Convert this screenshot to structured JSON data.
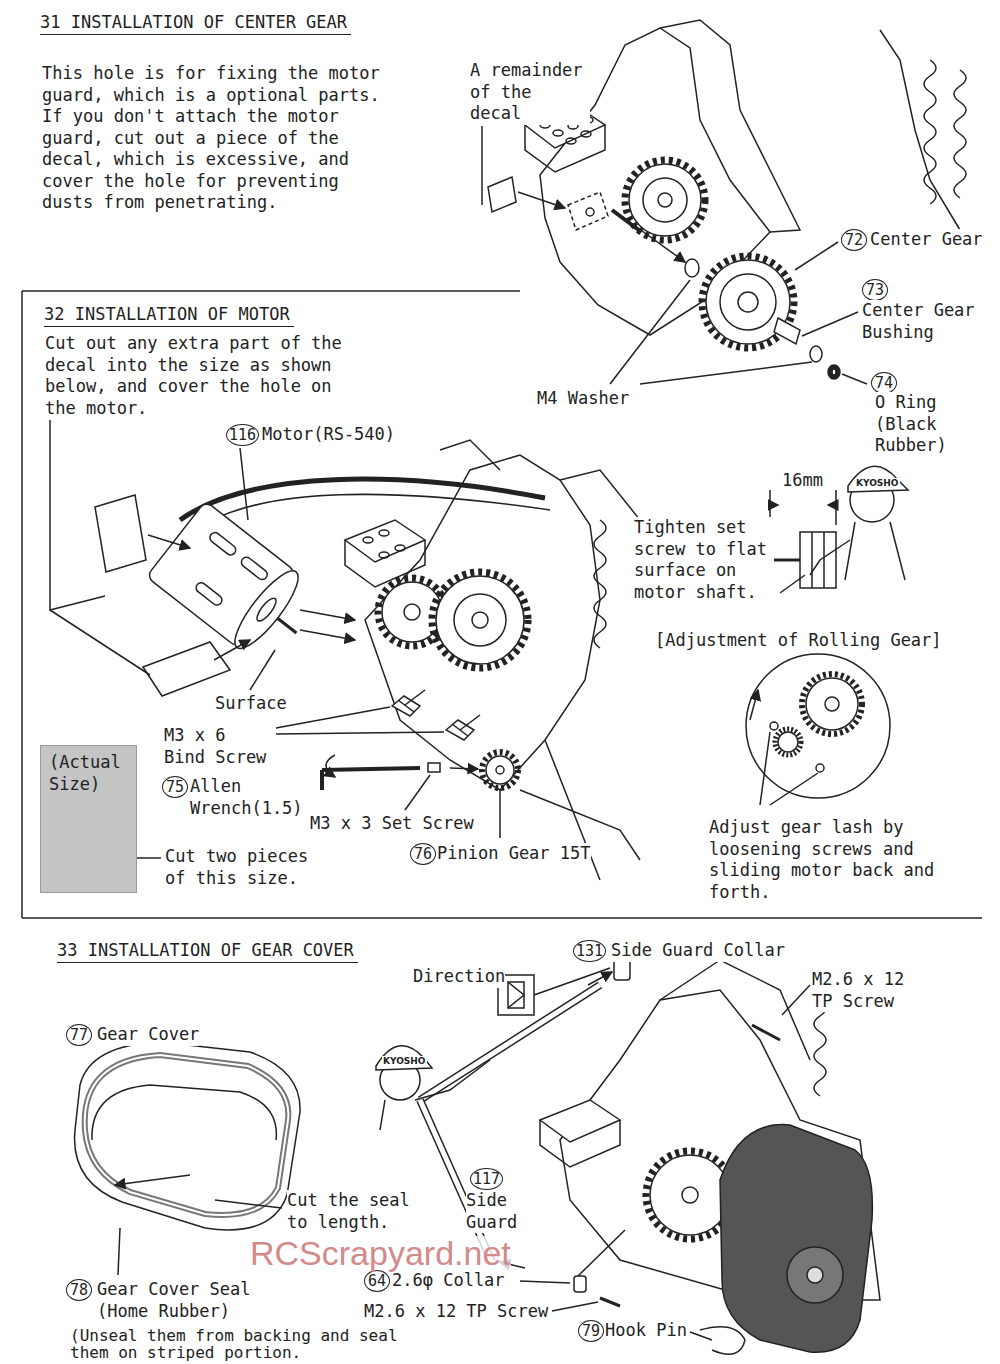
{
  "diagram": {
    "nodes": [
      {
        "text": [
          "(Actual Size)"
        ]
      }
    ],
    "labels": [
      "31 INSTALLATION OF CENTER GEAR",
      "This hole is for fixing the motor guard, which is a optional parts. If you don't attach the motor guard, cut out a piece of the decal, which is excessive, and cover the hole for preventing dusts from penetrating.",
      "A remainder of the decal",
      "72",
      "Center Gear",
      "73",
      "Center Gear Bushing",
      "74",
      "O Ring (Black Rubber)",
      "M4 Washer",
      "32 INSTALLATION OF MOTOR",
      "Cut out any extra part of the decal into the size as shown below, and cover the hole on the motor.",
      "116",
      "Motor(RS-540)",
      "16mm",
      "Tighten set screw to flat surface on motor shaft.",
      "[Adjustment of Rolling Gear]",
      "Surface",
      "M3 x 6 Bind Screw",
      "75",
      "Allen Wrench(1.5)",
      "M3 x 3 Set Screw",
      "76",
      "Pinion Gear 15T",
      "Cut two pieces of this size.",
      "Adjust gear lash by loosening screws and sliding motor back and forth.",
      "KYOSHO",
      "33 INSTALLATION OF GEAR COVER",
      "131",
      "Side Guard Collar",
      "Direction",
      "M2.6 x 12 TP Screw",
      "KYOSHO",
      "77",
      "Gear Cover",
      "Cut the seal to length.",
      "117",
      "Side Guard",
      "78",
      "Gear Cover Seal (Home Rubber)",
      "64",
      "2.6φ Collar",
      "M2.6 x 12 TP Screw",
      "79",
      "Hook Pin",
      "(Unseal them from backing and seal them on striped portion.",
      "RCScrapyard.net"
    ]
  }
}
